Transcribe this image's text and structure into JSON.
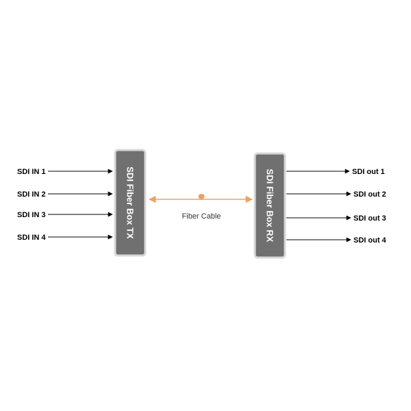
{
  "tx_box": {
    "label": "SDI Fiber Box TX"
  },
  "rx_box": {
    "label": "SDI Fiber Box RX"
  },
  "inputs": [
    "SDI IN 1",
    "SDI IN 2",
    "SDI IN 3",
    "SDI IN 4"
  ],
  "outputs": [
    "SDI out 1",
    "SDI out 2",
    "SDI out 3",
    "SDI out 4"
  ],
  "cable": {
    "label": "Fiber Cable"
  },
  "colors": {
    "box": "#707070",
    "box_border": "#d8d8d8",
    "cable": "#f0a060",
    "arrow": "#000000"
  }
}
